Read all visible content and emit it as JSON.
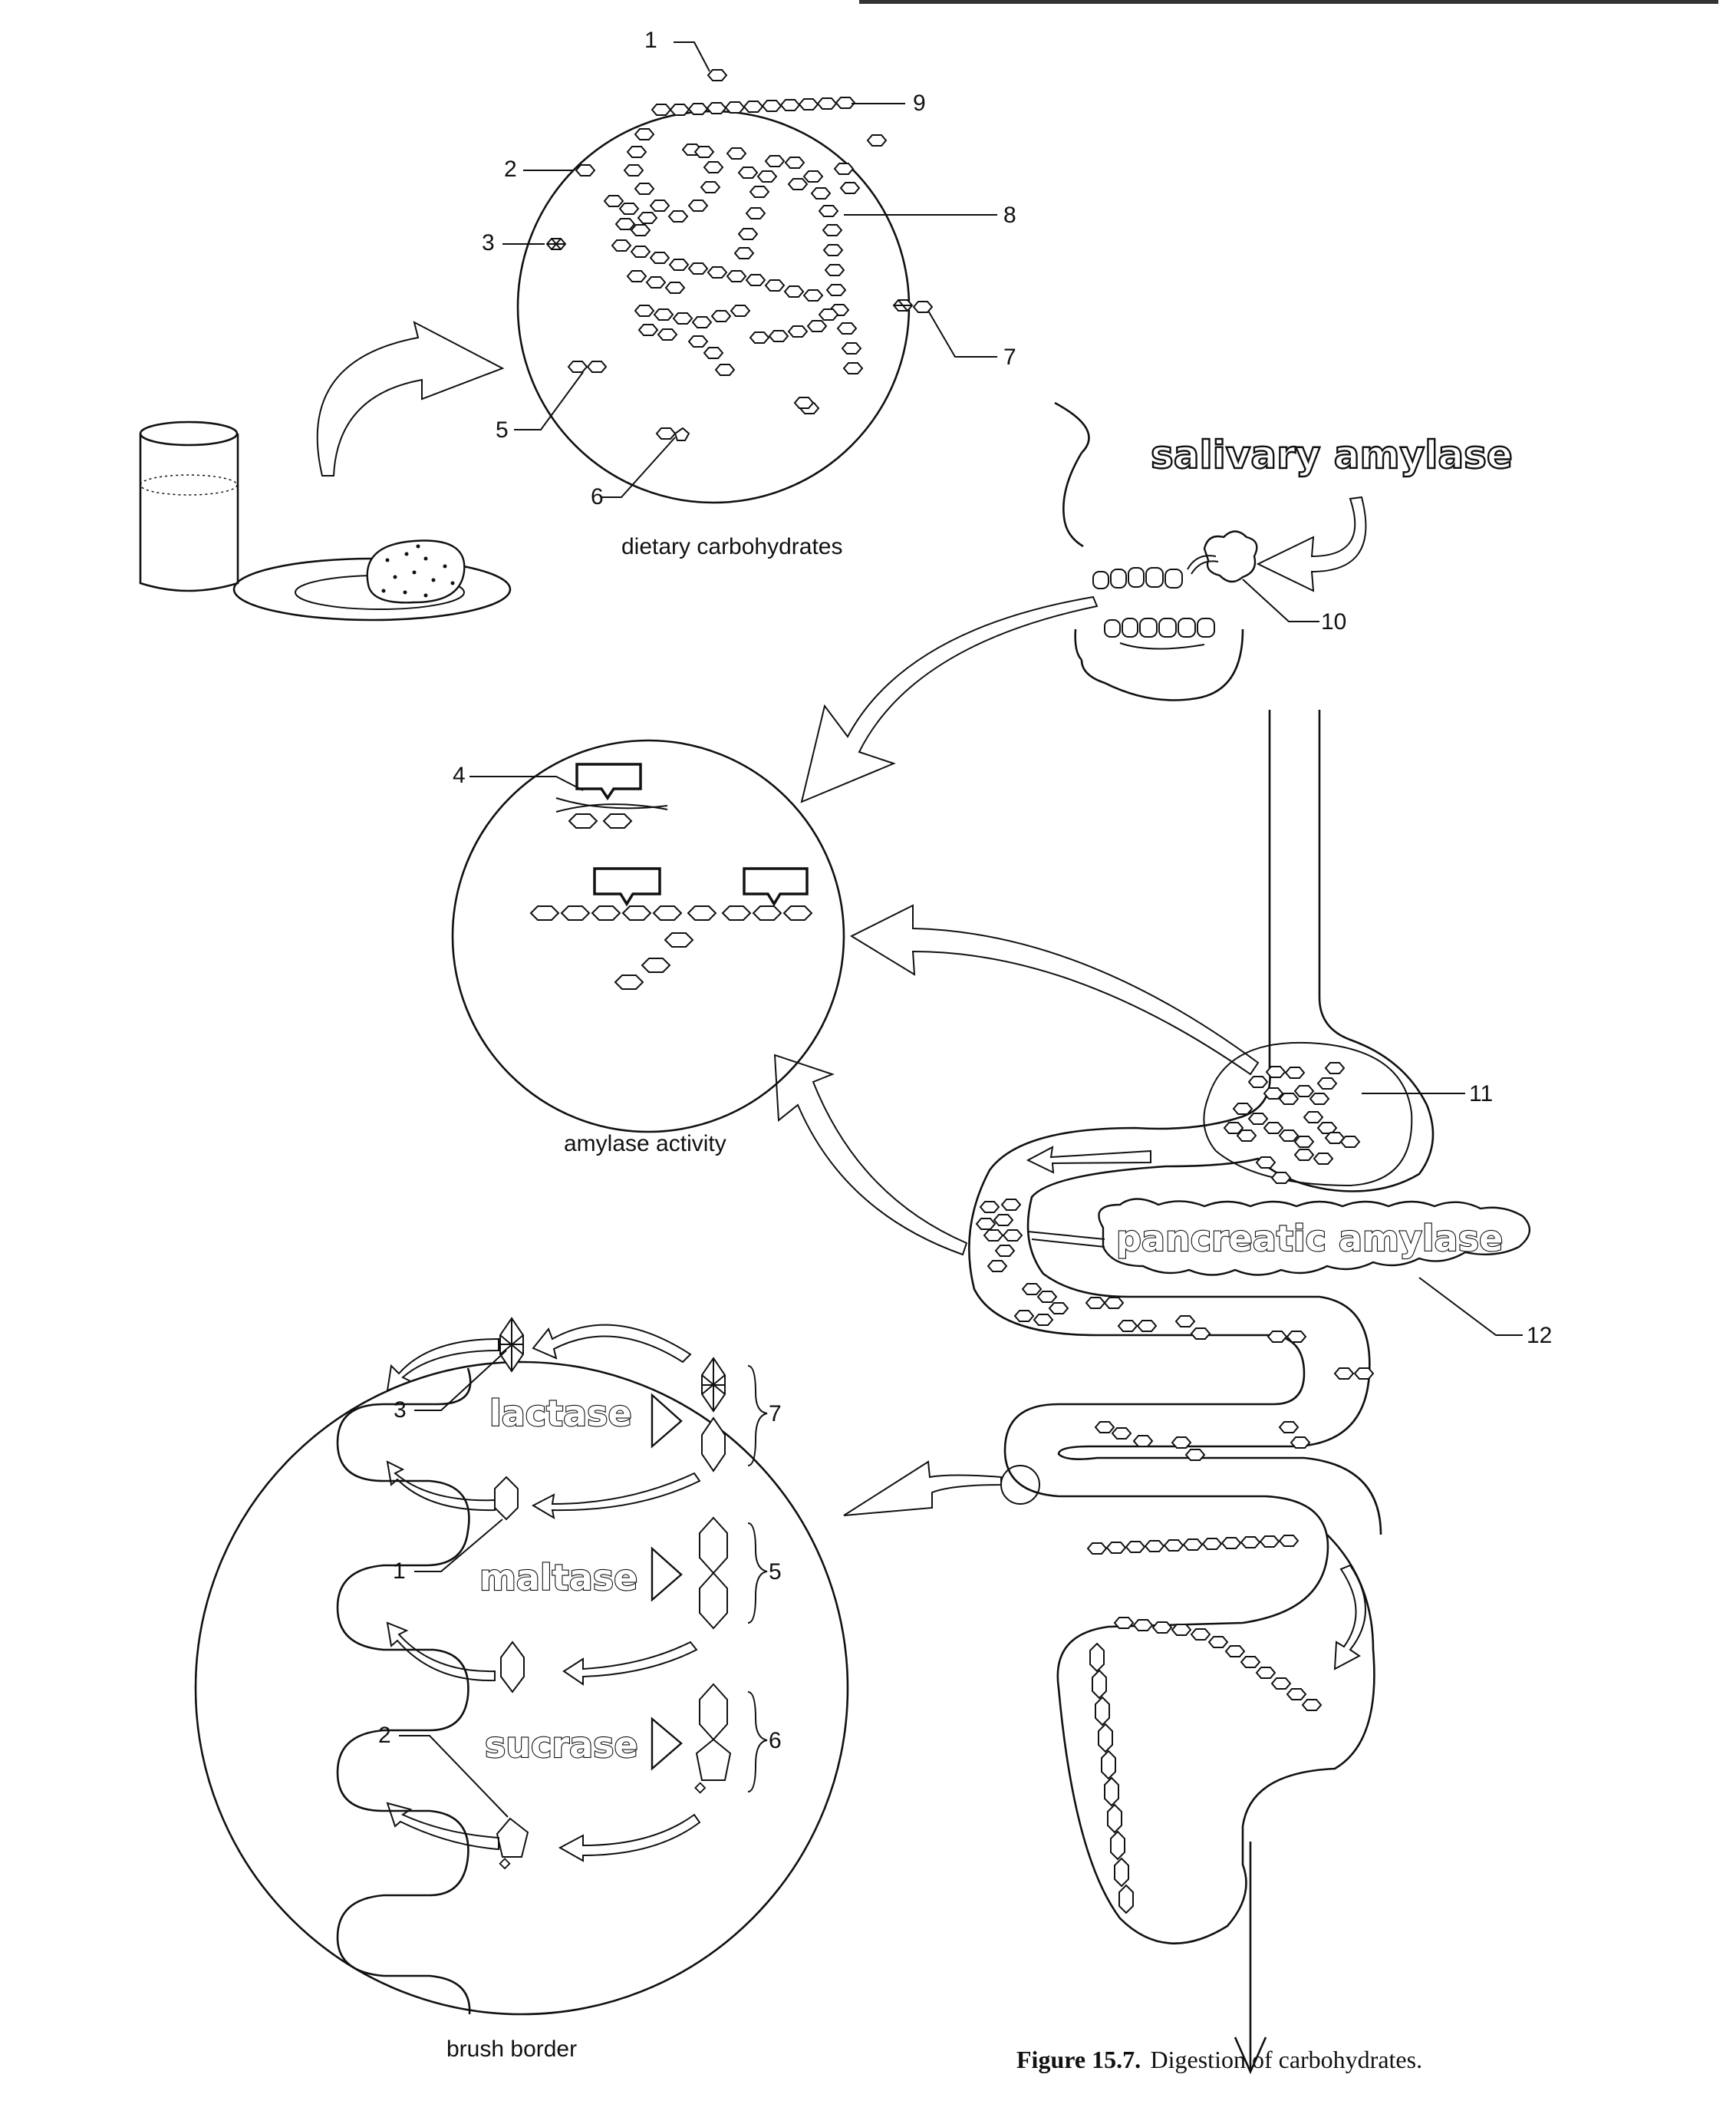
{
  "labels": {
    "l1": "1",
    "l2": "2",
    "l3": "3",
    "l4": "4",
    "l5": "5",
    "l6": "6",
    "l7": "7",
    "l8": "8",
    "l9": "9",
    "l10": "10",
    "l11": "11",
    "l12": "12",
    "b3": "3",
    "b1": "1",
    "b2": "2",
    "b7": "7",
    "b5": "5",
    "b6": "6"
  },
  "captions": {
    "dietary": "dietary carbohydrates",
    "amylase_activity": "amylase activity",
    "brush_border": "brush border"
  },
  "enzymes": {
    "salivary": "salivary amylase",
    "pancreatic": "pancreatic amylase",
    "lactase": "lactase",
    "maltase": "maltase",
    "sucrase": "sucrase"
  },
  "figure_caption": {
    "number": "Figure 15.7.",
    "text": "Digestion of carbohydrates."
  }
}
